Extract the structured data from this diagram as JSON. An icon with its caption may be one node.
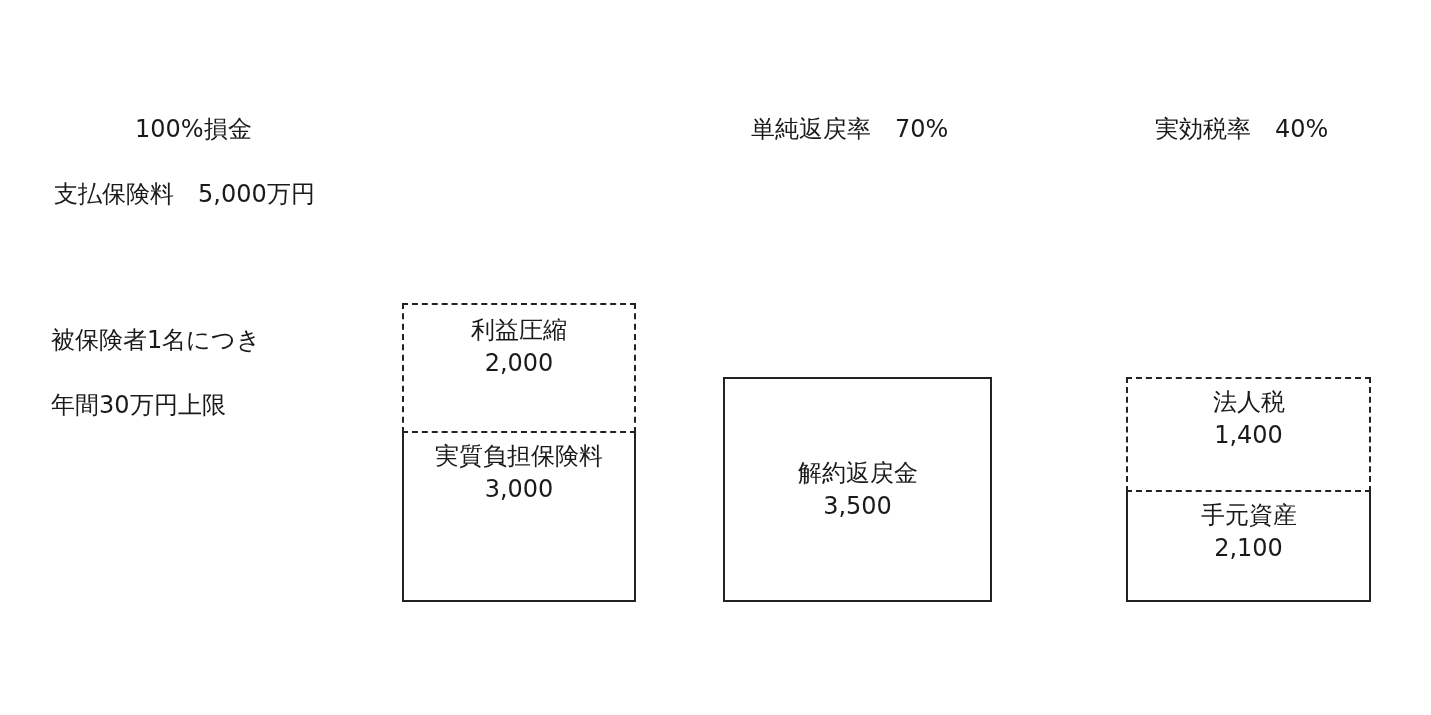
{
  "diagram": {
    "nodes": [
      {
        "text": [
          "利益圧縮",
          "2,000"
        ]
      },
      {
        "text": [
          "実質負担保険料",
          "3,000"
        ]
      },
      {
        "text": [
          "解約返戻金",
          "3,500"
        ]
      },
      {
        "text": [
          "法人税",
          "1,400"
        ]
      },
      {
        "text": [
          "手元資産",
          "2,100"
        ]
      }
    ],
    "labels": [
      "100%損金",
      "単純返戻率　70%",
      "実効税率　40%",
      "支払保険料　5,000万円",
      "被保険者1名につき",
      "年間30万円上限"
    ]
  }
}
